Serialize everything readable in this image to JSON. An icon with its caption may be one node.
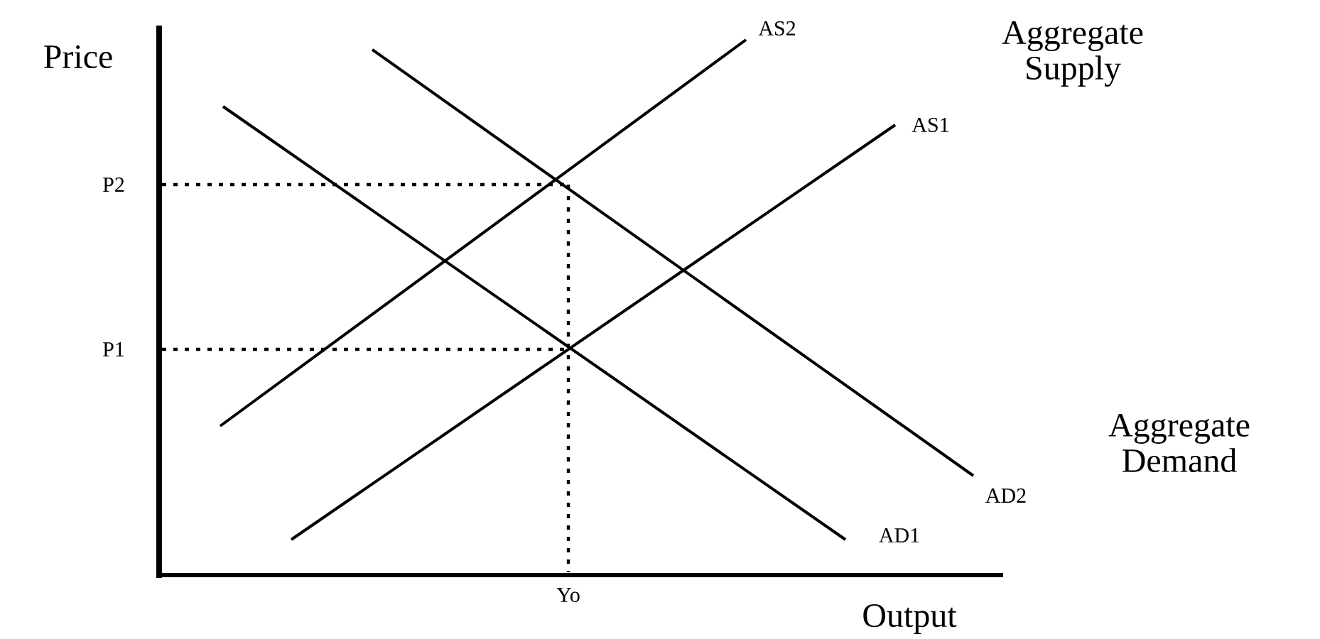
{
  "diagram": {
    "labels": [
      "Price",
      "AS2",
      "Aggregate Supply",
      "AS1",
      "P2",
      "P1",
      "Aggregate Demand",
      "AD2",
      "AD1",
      "Yo",
      "Output"
    ]
  }
}
